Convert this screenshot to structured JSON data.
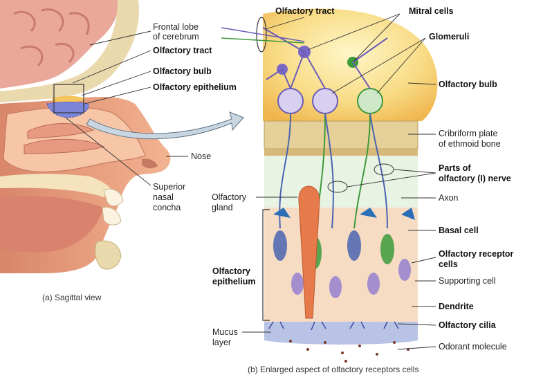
{
  "left_panel": {
    "labels": {
      "frontal_lobe": "Frontal lobe",
      "frontal_lobe_2": "of cerebrum",
      "olfactory_tract": "Olfactory tract",
      "olfactory_bulb": "Olfactory bulb",
      "olfactory_epithelium": "Olfactory epithelium",
      "nose": "Nose",
      "superior": "Superior",
      "nasal": "nasal",
      "concha": "concha"
    },
    "caption": "(a) Sagittal view"
  },
  "right_panel": {
    "labels": {
      "olfactory_tract": "Olfactory tract",
      "mitral_cells": "Mitral cells",
      "glomeruli": "Glomeruli",
      "olfactory_bulb": "Olfactory bulb",
      "cribriform_1": "Cribriform plate",
      "cribriform_2": "of ethmoid bone",
      "parts_nerve_1": "Parts of",
      "parts_nerve_2": "olfactory (I) nerve",
      "olfactory_gland_1": "Olfactory",
      "olfactory_gland_2": "gland",
      "axon": "Axon",
      "basal_cell": "Basal cell",
      "receptor_cells_1": "Olfactory receptor",
      "receptor_cells_2": "cells",
      "olfactory_epi_1": "Olfactory",
      "olfactory_epi_2": "epithelium",
      "supporting_cell": "Supporting cell",
      "dendrite": "Dendrite",
      "olfactory_cilia": "Olfactory cilia",
      "mucus_1": "Mucus",
      "mucus_2": "layer",
      "odorant": "Odorant molecule"
    },
    "caption": "(b) Enlarged aspect of olfactory receptors cells"
  },
  "colors": {
    "skin": "#f2b08a",
    "bone": "#e9d7a6",
    "brain": "#e8a79a",
    "bulb": "#f4cf6a",
    "receptor_blue": "#4a64b0",
    "mitral_purple": "#7b67c4",
    "nerve_green": "#3d9a3b",
    "supporting": "#f6d9c0",
    "gland": "#e77a4a"
  }
}
